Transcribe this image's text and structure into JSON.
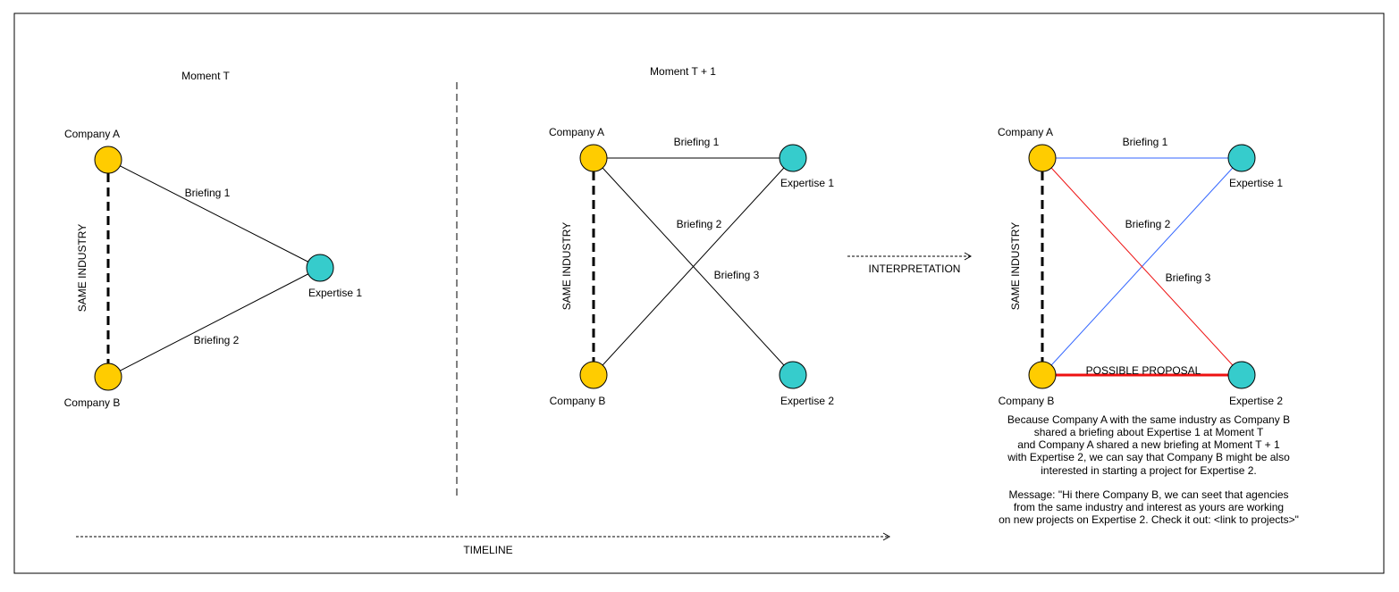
{
  "colors": {
    "company": "#ffcc00",
    "expertise": "#36cccc",
    "node_stroke": "#000000",
    "blue_edge": "#3366ff",
    "red_edge": "#ee1111"
  },
  "panel1": {
    "title": "Moment T",
    "company_a": "Company A",
    "company_b": "Company B",
    "expertise_1": "Expertise 1",
    "briefing_1": "Briefing 1",
    "briefing_2": "Briefing 2",
    "same_industry": "SAME INDUSTRY"
  },
  "panel2": {
    "title": "Moment T + 1",
    "company_a": "Company A",
    "company_b": "Company B",
    "expertise_1": "Expertise 1",
    "expertise_2": "Expertise 2",
    "briefing_1": "Briefing 1",
    "briefing_2": "Briefing 2",
    "briefing_3": "Briefing 3",
    "same_industry": "SAME INDUSTRY"
  },
  "panel3": {
    "company_a": "Company A",
    "company_b": "Company B",
    "expertise_1": "Expertise 1",
    "expertise_2": "Expertise 2",
    "briefing_1": "Briefing 1",
    "briefing_2": "Briefing 2",
    "briefing_3": "Briefing 3",
    "same_industry": "SAME INDUSTRY",
    "possible_proposal": "POSSIBLE PROPOSAL",
    "explanation": [
      "Because Company A with the same industry as Company B",
      "shared a briefing about Expertise 1 at Moment T",
      "and Company A shared a new briefing at Moment T + 1",
      "with Expertise 2, we can say that Company B might be also",
      "interested in starting a project for Expertise 2."
    ],
    "message": [
      "Message: \"Hi there Company B, we can seet that agencies",
      "from the same industry and interest as yours are working",
      "on new projects on Expertise 2. Check it out: <link to projects>\""
    ]
  },
  "interpretation_label": "INTERPRETATION",
  "timeline_label": "TIMELINE"
}
